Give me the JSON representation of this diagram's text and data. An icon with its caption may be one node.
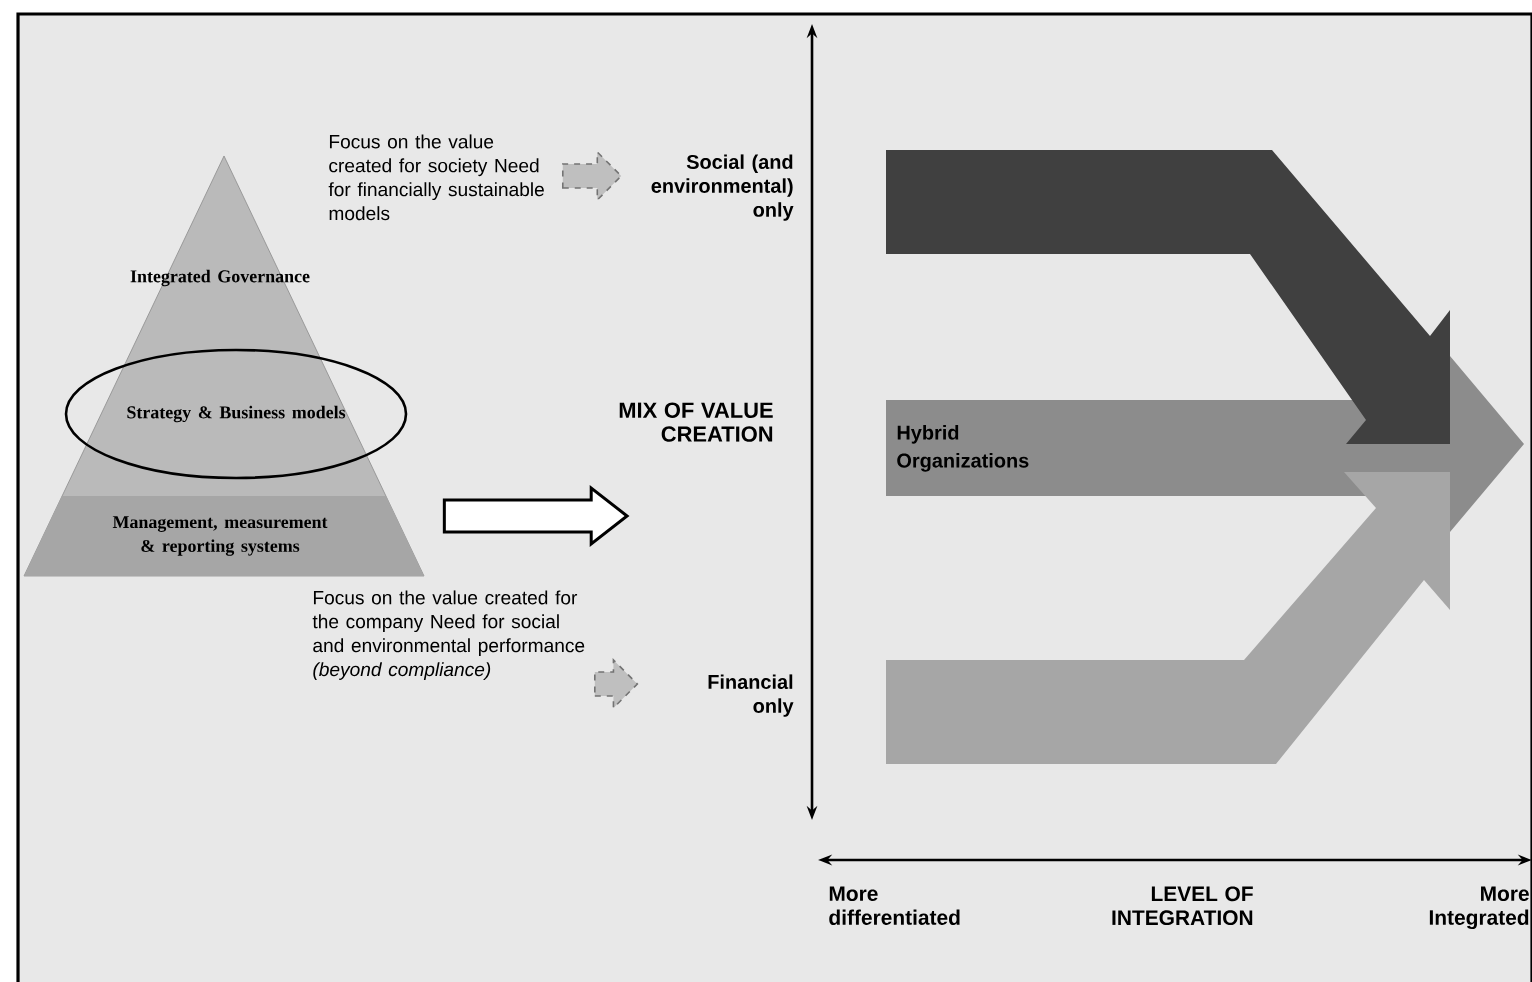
{
  "diagram": {
    "nodes": [
      {
        "text": [
          "Integrated Governance",
          "Management, measurement & reporting systems"
        ]
      },
      {
        "text": [
          "Strategy & Business models"
        ],
        "in": 0
      },
      {
        "text": [
          "Focus on the value created for society Need for financially sustainable models"
        ]
      },
      {
        "text": [
          "Social (and environmental) only"
        ]
      },
      {
        "text": [
          "MIX OF VALUE CREATION"
        ]
      },
      {
        "text": [
          "Focus on the value created for the company Need for social and environmental performance *(beyond compliance)*"
        ]
      },
      {
        "text": [
          "Financial only"
        ]
      },
      {
        "text": [
          "Hybrid Organizations"
        ]
      }
    ],
    "edges": [
      {
        "from": 2,
        "to": 3,
        "arrow": "to",
        "style": "dashed"
      },
      {
        "from": 0,
        "to": 4,
        "arrow": "to"
      },
      {
        "from": 5,
        "to": 6,
        "arrow": "to",
        "style": "dashed"
      }
    ],
    "labels": [
      "More differentiated",
      "LEVEL OF INTEGRATION",
      "More Integrated"
    ]
  }
}
